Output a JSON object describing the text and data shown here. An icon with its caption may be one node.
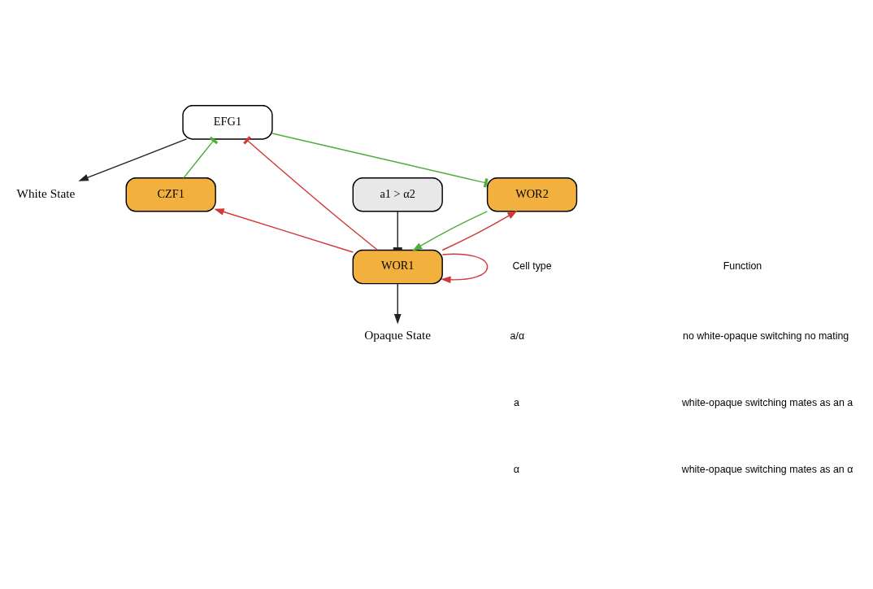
{
  "diagram": {
    "nodes": [
      {
        "text": [
          "White State"
        ]
      },
      {
        "text": [
          "EFG1"
        ]
      },
      {
        "text": [
          "CZF1"
        ]
      },
      {
        "text": [
          "WOR2"
        ]
      },
      {
        "text": [
          "WOR1"
        ]
      },
      {
        "text": [
          "a1 > α2"
        ]
      },
      {
        "text": [
          "Opaque State"
        ]
      }
    ],
    "edges": [
      {
        "from": 1,
        "to": 0,
        "arrow": "to",
        "color": "#222222"
      },
      {
        "from": 2,
        "to": 1,
        "arrow": "other",
        "color": "#4caf3a"
      },
      {
        "from": 1,
        "to": 3,
        "arrow": "other",
        "color": "#4caf3a"
      },
      {
        "from": 4,
        "to": 1,
        "arrow": "other",
        "color": "#d0393a"
      },
      {
        "from": 4,
        "to": 2,
        "arrow": "to",
        "color": "#d0393a"
      },
      {
        "from": 4,
        "to": 3,
        "arrow": "to",
        "color": "#d0393a"
      },
      {
        "from": 4,
        "to": 4,
        "arrow": "to",
        "color": "#d0393a"
      },
      {
        "from": 3,
        "to": 4,
        "arrow": "to",
        "color": "#4caf3a"
      },
      {
        "from": 5,
        "to": 4,
        "arrow": "other",
        "color": "#222222"
      },
      {
        "from": 4,
        "to": 6,
        "arrow": "to",
        "color": "#222222"
      }
    ],
    "labels": [
      "Cell type",
      "Function",
      "a/α",
      "no white-opaque switching no mating",
      "a",
      "white-opaque switching mates as an a",
      "α",
      "white-opaque switching mates as an α"
    ]
  }
}
